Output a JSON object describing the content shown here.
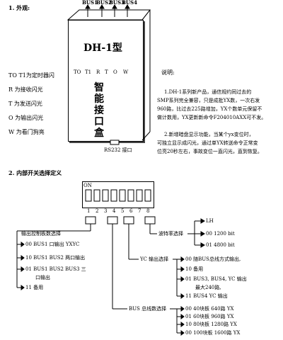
{
  "section1": {
    "title": "1. 外观:"
  },
  "device": {
    "bus_labels": [
      "BUS1",
      "BUS2",
      "BUS3",
      "BUS4"
    ],
    "model": "DH-1型",
    "leds": [
      "TO",
      "T1",
      "R",
      "T",
      "O",
      "W"
    ],
    "name_chars": [
      "智",
      "能",
      "接",
      "口",
      "盒"
    ],
    "port_label": "RS232 接口"
  },
  "legend": [
    "TO T1为定时器闪",
    "R 为接收闪光",
    "T 为发送闪光",
    "O 为输出闪光",
    "W 为看门狗亮"
  ],
  "notes": {
    "title": "说明:",
    "p1": [
      "1.DH-1系列新产品，通信规约同过去的",
      "SMP系列完全兼容，只是成批YX数，一次右发",
      "960路，比过去225路增加，YX个数单元保留不",
      "做计数用，YX更新新命令F204010AXX可不发。"
    ],
    "p2": [
      "2.新增暗盘显示功能，当某个yx变位时，",
      "可独立显示成闪光，通过单YX转送命令正常变",
      "位亮20秒左右，事故变位一直闪光，直到恢复。"
    ]
  },
  "section2": {
    "title": "2. 内部开关选择定义"
  },
  "dip": {
    "on": "ON",
    "numbers": [
      "1",
      "2",
      "3",
      "4",
      "5",
      "6",
      "7",
      "8"
    ]
  },
  "baud": {
    "title": "波特率选择",
    "lh": "LH",
    "opts": [
      "00 1200 bit",
      "01 4800 bit"
    ]
  },
  "output": {
    "title": "输出控制板数选择",
    "opts": [
      "00 BUS1 口输出 YXYC",
      "10 BUS1 BUS2 两口输出",
      "01 BUS1 BUS2 BUS3 三",
      "口输出",
      "11 备用"
    ]
  },
  "yc": {
    "title": "YC 输出选择",
    "opts": [
      "00 随BUS总线方式输出,",
      "10 备用",
      "01 BUS3, BUS4, YC 输出",
      "最大240路,",
      "11 BUS4 YC 输出"
    ]
  },
  "bus": {
    "title": "BUS 总线数选择",
    "opts": [
      "00 40块板 640路 YX",
      "01 60块板 960路 YX",
      "10 80块板 1280路 YX",
      "00 100块板 1600路 YX"
    ]
  }
}
